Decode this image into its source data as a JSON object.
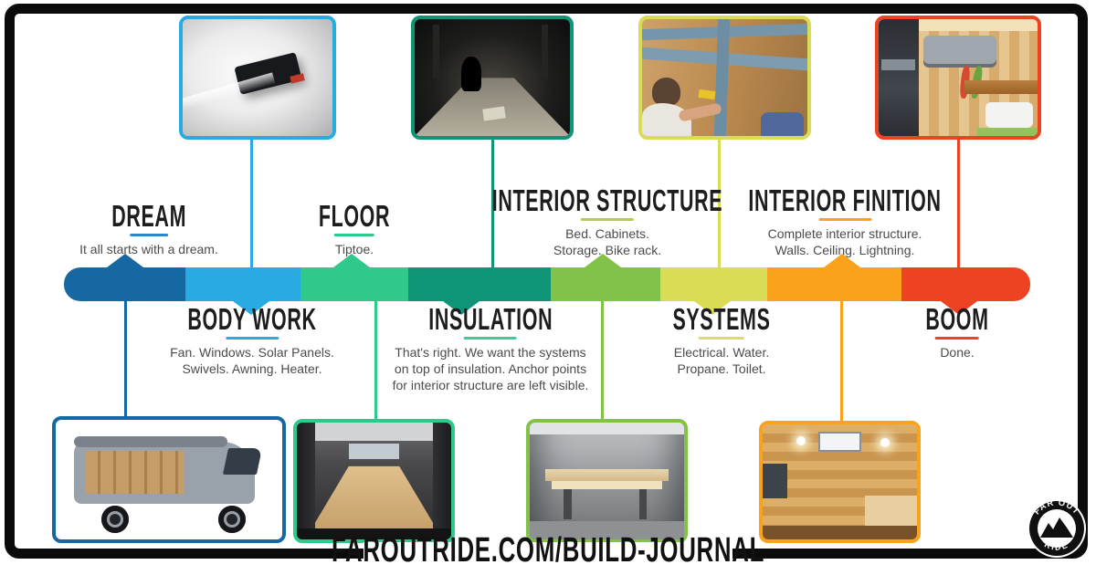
{
  "footer": {
    "url": "FAROUTRIDE.COM/BUILD-JOURNAL"
  },
  "logo": {
    "top": "FAR OUT",
    "bottom": "RIDE"
  },
  "stages": [
    {
      "id": "dream",
      "label": "DREAM",
      "description": "It all starts with a dream.",
      "color": "#1668a2",
      "underline_color": "#2b87c8",
      "label_position": "above",
      "photo_position": "below"
    },
    {
      "id": "body-work",
      "label": "BODY WORK",
      "description": "Fan. Windows. Solar Panels.\nSwivels. Awning. Heater.",
      "color": "#29abe2",
      "underline_color": "#29abe2",
      "label_position": "below",
      "photo_position": "above"
    },
    {
      "id": "floor",
      "label": "FLOOR",
      "description": "Tiptoe.",
      "color": "#2fc98c",
      "underline_color": "#2fc98c",
      "label_position": "above",
      "photo_position": "below"
    },
    {
      "id": "insulation",
      "label": "INSULATION",
      "description": "That's right. We want the systems\non top of insulation. Anchor points\nfor interior structure are left visible.",
      "color": "#0f9478",
      "underline_color": "#3fcb96",
      "label_position": "below",
      "photo_position": "above"
    },
    {
      "id": "interior-structure",
      "label": "INTERIOR STRUCTURE",
      "description": "Bed. Cabinets.\nStorage. Bike rack.",
      "color": "#82c249",
      "underline_color": "#b9c94f",
      "label_position": "above",
      "photo_position": "below"
    },
    {
      "id": "systems",
      "label": "SYSTEMS",
      "description": "Electrical. Water.\nPropane. Toilet.",
      "color": "#d9dc55",
      "underline_color": "#e0dc60",
      "label_position": "below",
      "photo_position": "above"
    },
    {
      "id": "interior-finition",
      "label": "INTERIOR FINITION",
      "description": "Complete interior structure.\nWalls. Ceiling. Lightning.",
      "color": "#faa21b",
      "underline_color": "#faa21b",
      "label_position": "above",
      "photo_position": "below"
    },
    {
      "id": "boom",
      "label": "BOOM",
      "description": "Done.",
      "color": "#ee4323",
      "underline_color": "#ee4323",
      "label_position": "below",
      "photo_position": "above"
    }
  ]
}
